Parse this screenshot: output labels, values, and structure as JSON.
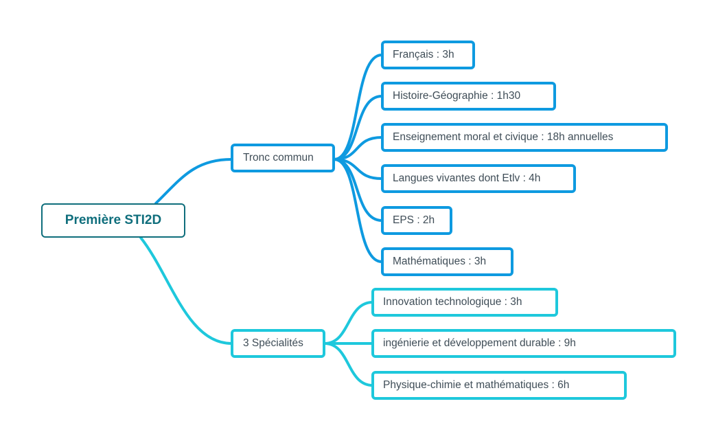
{
  "root": {
    "label": "Première STI2D"
  },
  "colors": {
    "root": "#0f6e7c",
    "branch_1": "#0e9ae0",
    "branch_2": "#1ec8dc",
    "text": "#3f4d57"
  },
  "branches": [
    {
      "label": "Tronc commun",
      "children": [
        {
          "label": "Français : 3h"
        },
        {
          "label": "Histoire-Géographie : 1h30"
        },
        {
          "label": "Enseignement moral et civique : 18h annuelles"
        },
        {
          "label": "Langues vivantes dont Etlv : 4h"
        },
        {
          "label": "EPS : 2h"
        },
        {
          "label": "Mathématiques : 3h"
        }
      ]
    },
    {
      "label": "3 Spécialités",
      "children": [
        {
          "label": "Innovation technologique : 3h"
        },
        {
          "label": "ingénierie et développement durable : 9h"
        },
        {
          "label": "Physique-chimie et mathématiques : 6h"
        }
      ]
    }
  ]
}
